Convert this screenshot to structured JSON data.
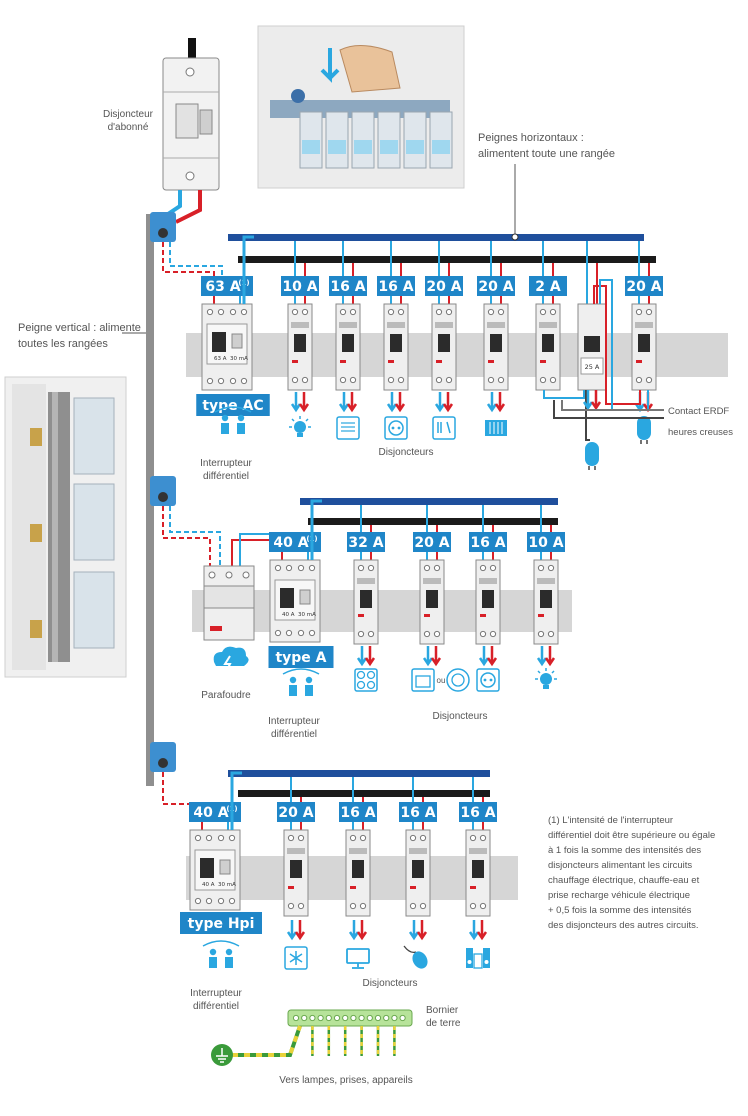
{
  "labels": {
    "disjoncteur_abonne": [
      "Disjoncteur",
      "d'abonné"
    ],
    "peignes_horizontaux": [
      "Peignes horizontaux :",
      "alimentent toute une rangée"
    ],
    "peigne_vertical": [
      "Peigne vertical : alimente",
      "toutes les rangées"
    ],
    "contact_erdf": [
      "Contact ERDF",
      "heures creuses"
    ],
    "interrupteur_differentiel": [
      "Interrupteur",
      "différentiel"
    ],
    "disjoncteurs": "Disjoncteurs",
    "parafoudre": "Parafoudre",
    "ou": "ou",
    "bornier_de_terre": [
      "Bornier",
      "de terre"
    ],
    "vers_lampes": "Vers lampes, prises, appareils",
    "footnote": [
      "(1) L'intensité de l'interrupteur",
      "différentiel doit être supérieure ou égale",
      "à 1 fois la somme des intensités des",
      "disjoncteurs alimentant les circuits",
      "chauffage électrique, chauffe-eau et",
      "prise recharge véhicule électrique",
      "+ 0,5 fois la somme des intensités",
      "des disjoncteurs des autres circuits."
    ]
  },
  "rows": [
    {
      "main": {
        "rating": "63 A",
        "sup": "(1)",
        "type": "type AC",
        "device_text": "63 A",
        "sensitivity": "30 mA"
      },
      "breakers": [
        {
          "rating": "10 A",
          "icon": "lamp-icon"
        },
        {
          "rating": "16 A",
          "icon": "shutter-icon"
        },
        {
          "rating": "16 A",
          "icon": "socket-icon"
        },
        {
          "rating": "20 A",
          "icon": "dishwasher-icon"
        },
        {
          "rating": "20 A",
          "icon": "radiator-icon"
        },
        {
          "rating": "2 A",
          "icon": ""
        },
        {
          "rating": "",
          "icon": "contactor",
          "device_text": "25 A"
        },
        {
          "rating": "20 A",
          "icon": "water-heater-icon"
        }
      ]
    },
    {
      "main": {
        "rating": "40 A",
        "sup": "(1)",
        "type": "type A",
        "device_text": "40 A",
        "sensitivity": "30 mA"
      },
      "breakers": [
        {
          "rating": "32 A",
          "icon": "cooktop-icon"
        },
        {
          "rating": "20 A",
          "icon": "oven-icon"
        },
        {
          "rating": "16 A",
          "icon": "socket-icon"
        },
        {
          "rating": "10 A",
          "icon": "lamp-icon"
        }
      ]
    },
    {
      "main": {
        "rating": "40 A",
        "sup": "(1)",
        "type": "type Hpi",
        "device_text": "40 A",
        "sensitivity": "30 mA"
      },
      "breakers": [
        {
          "rating": "20 A",
          "icon": "freezer-icon"
        },
        {
          "rating": "16 A",
          "icon": "monitor-icon"
        },
        {
          "rating": "16 A",
          "icon": "mouse-icon"
        },
        {
          "rating": "16 A",
          "icon": "hifi-icon"
        }
      ]
    }
  ],
  "colors": {
    "label_blue": "#1f86c8",
    "comb_blue": "#1f4f9c",
    "comb_black": "#1b1b1b",
    "phase_red": "#d82028",
    "neutral_blue": "#2aa7e0",
    "rail": "#d6d6d6",
    "ground_green": "#3a9a3a",
    "ground_yellow": "#e8d23a"
  }
}
